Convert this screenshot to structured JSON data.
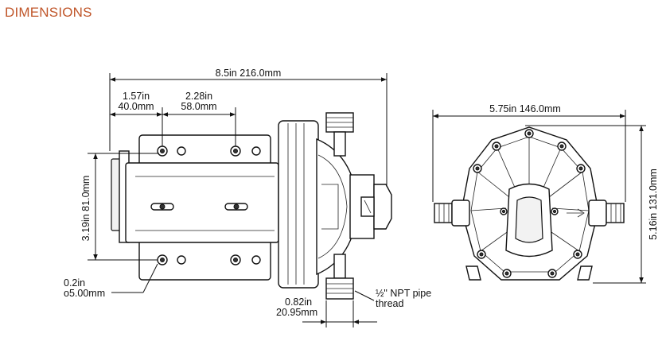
{
  "heading": "DIMENSIONS",
  "dimensions": {
    "overall_length": "8.5in 216.0mm",
    "hole_offset_in": "1.57in",
    "hole_offset_mm": "40.0mm",
    "hole_spacing_in": "2.28in",
    "hole_spacing_mm": "58.0mm",
    "mount_height": "3.19in  81.0mm",
    "hole_dia_in": "0.2in",
    "hole_dia_mm": "ο5.00mm",
    "port_len_in": "0.82in",
    "port_len_mm": "20.95mm",
    "thread_line1": "½\" NPT pipe",
    "thread_line2": "thread",
    "width": "5.75in 146.0mm",
    "height": "5.16in 131.0mm"
  }
}
